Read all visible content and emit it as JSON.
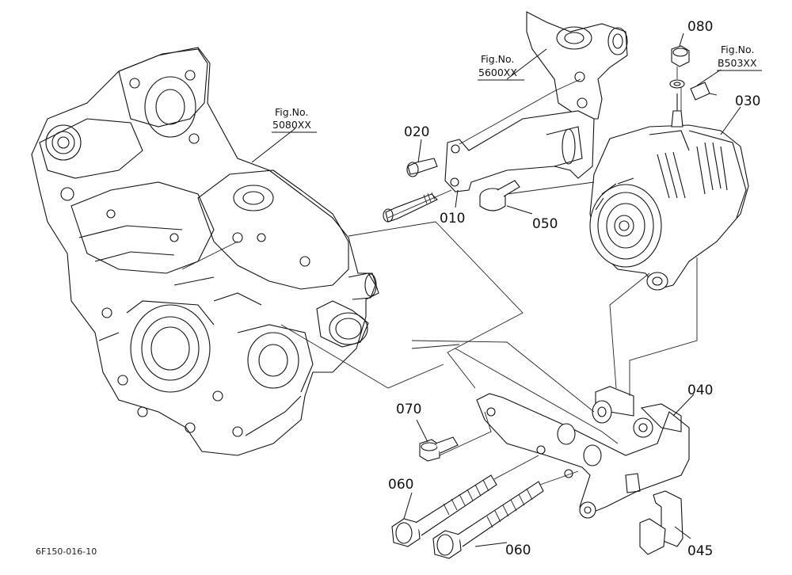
{
  "diagram": {
    "part_labels": {
      "p010": "010",
      "p020": "020",
      "p030": "030",
      "p040": "040",
      "p045": "045",
      "p050": "050",
      "p060a": "060",
      "p060b": "060",
      "p070": "070",
      "p080": "080"
    },
    "figure_refs": {
      "r5080": {
        "caption": "Fig.No.",
        "number": "5080XX"
      },
      "r5600": {
        "caption": "Fig.No.",
        "number": "5600XX"
      },
      "rB503": {
        "caption": "Fig.No.",
        "number": "B503XX"
      }
    },
    "footer_code": "6F150-016-10"
  }
}
